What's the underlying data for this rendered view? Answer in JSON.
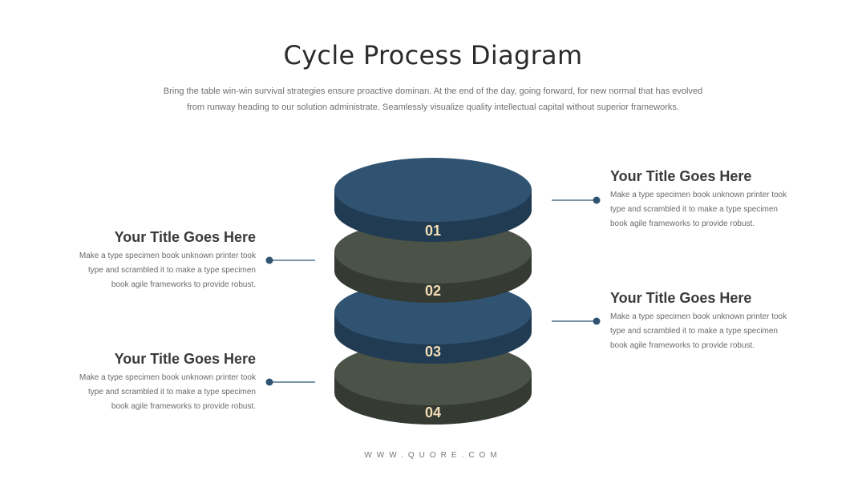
{
  "page": {
    "title": "Cycle Process Diagram",
    "subtitle_line1": "Bring the table win-win survival strategies ensure proactive dominan. At the end of the day, going forward, for new normal that has evolved",
    "subtitle_line2": "from runway heading to our solution administrate. Seamlessly visualize quality intellectual capital without superior frameworks.",
    "footer": "WWW.QUORE.COM"
  },
  "colors": {
    "blue_top": "#2f5371",
    "blue_side": "#213b53",
    "grey_top": "#4b5247",
    "grey_side": "#353a33",
    "number": "#f2ddb5",
    "connector": "#2f5371"
  },
  "layers": [
    {
      "number": "01",
      "color": "blue"
    },
    {
      "number": "02",
      "color": "grey"
    },
    {
      "number": "03",
      "color": "blue"
    },
    {
      "number": "04",
      "color": "grey"
    }
  ],
  "items": [
    {
      "title": "Your Title Goes Here",
      "line1": "Make a type specimen book unknown printer took",
      "line2": "type and scrambled it to make a type specimen",
      "line3": "book agile frameworks to provide robust."
    },
    {
      "title": "Your Title Goes Here",
      "line1": "Make a type specimen book unknown printer took",
      "line2": "type and scrambled it to make a type specimen",
      "line3": "book agile frameworks to provide robust."
    },
    {
      "title": "Your Title Goes Here",
      "line1": "Make a type specimen book unknown printer took",
      "line2": "type and scrambled it to make a type specimen",
      "line3": "book agile frameworks to provide robust."
    },
    {
      "title": "Your Title Goes Here",
      "line1": "Make a type specimen book unknown printer took",
      "line2": "type and scrambled it to make a type specimen",
      "line3": "book agile frameworks to provide robust."
    }
  ]
}
